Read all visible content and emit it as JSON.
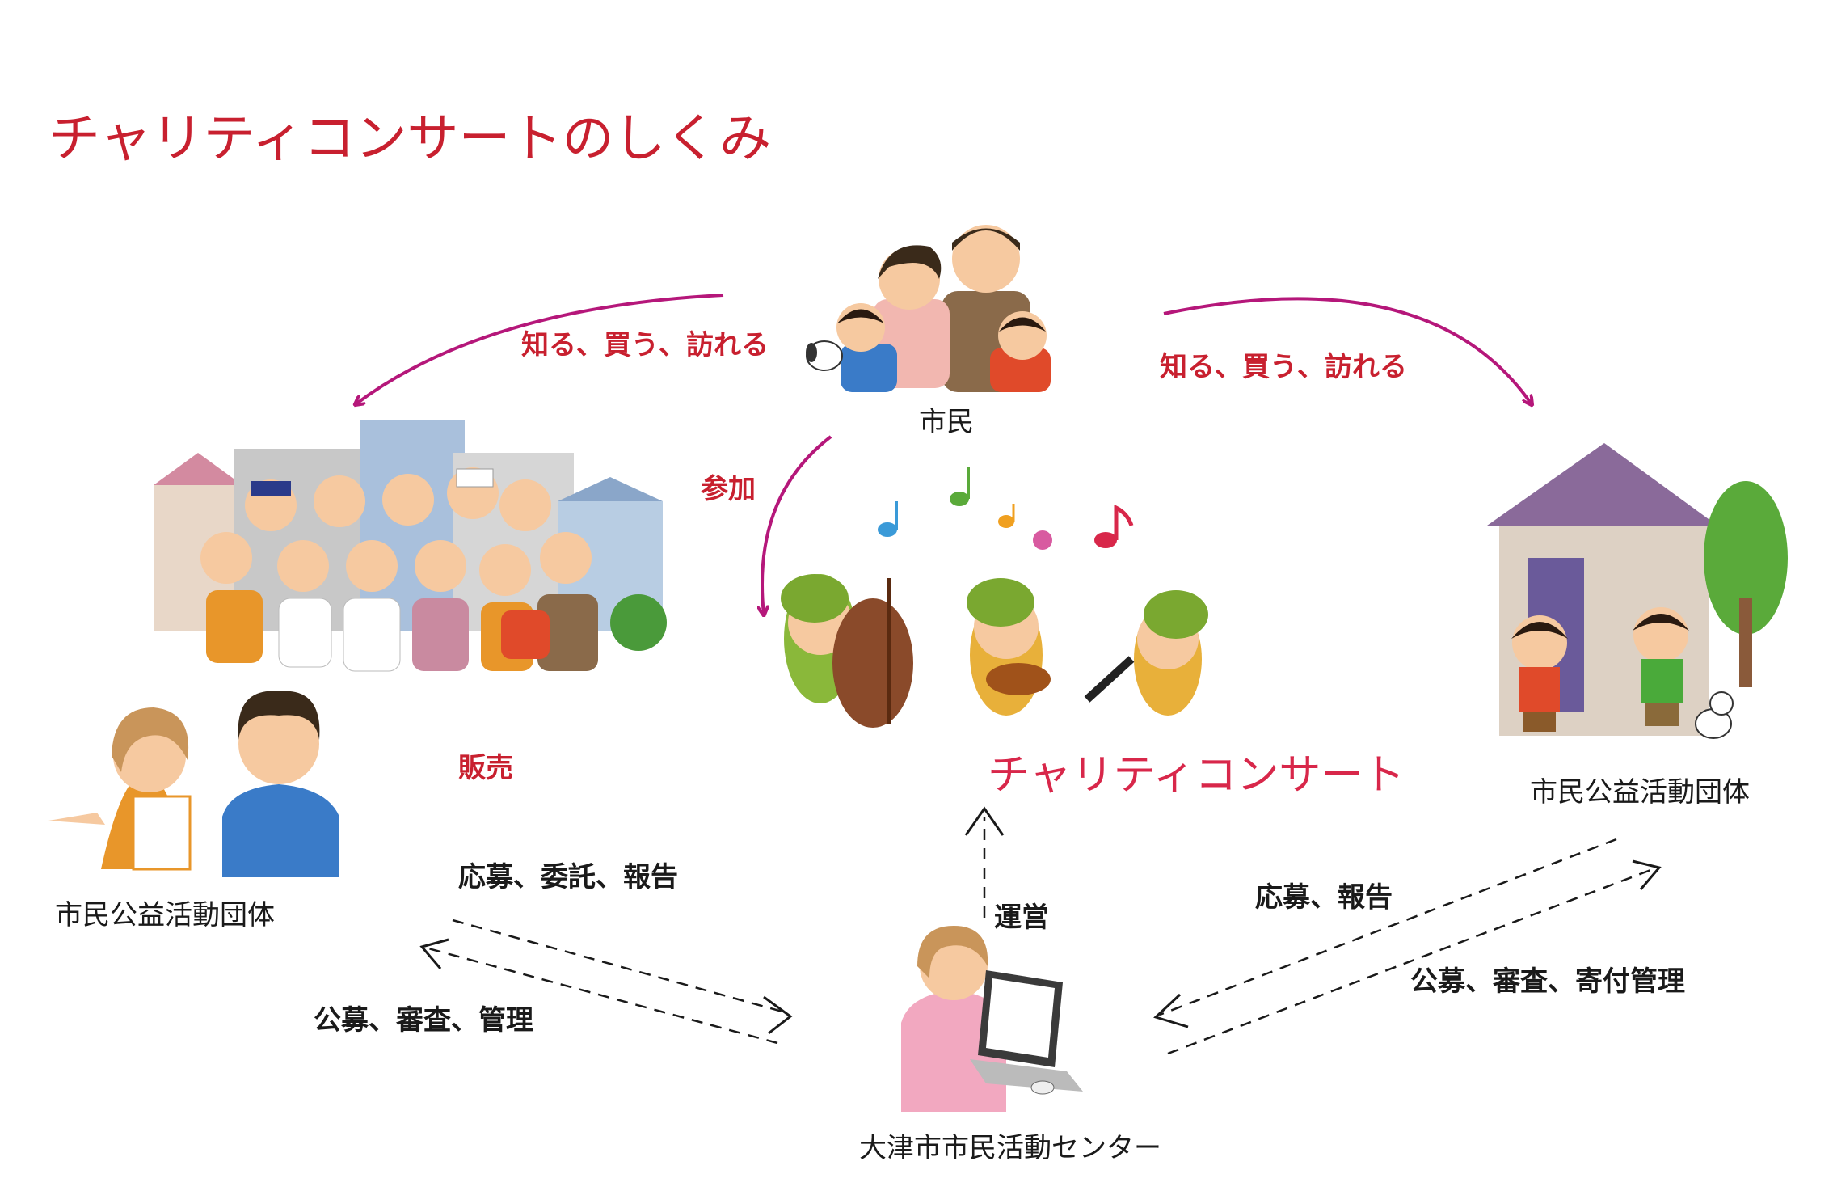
{
  "title": "チャリティコンサートのしくみ",
  "nodes": {
    "citizens": "市民",
    "concert": "チャリティコンサート",
    "org_left": "市民公益活動団体",
    "org_right": "市民公益活動団体",
    "center": "大津市市民活動センター"
  },
  "edges": {
    "citizens_to_left": "知る、買う、訪れる",
    "citizens_to_right": "知る、買う、訪れる",
    "citizens_to_concert": "参加",
    "sales": "販売",
    "center_to_concert": "運営",
    "left_to_center": "応募、委託、報告",
    "center_to_left": "公募、審査、管理",
    "right_to_center": "応募、報告",
    "center_to_right": "公募、審査、寄付管理"
  },
  "colors": {
    "title": "#c8202f",
    "arrow_magenta": "#b5177a",
    "label_red": "#c8202f",
    "concert_text": "#d8274a"
  }
}
